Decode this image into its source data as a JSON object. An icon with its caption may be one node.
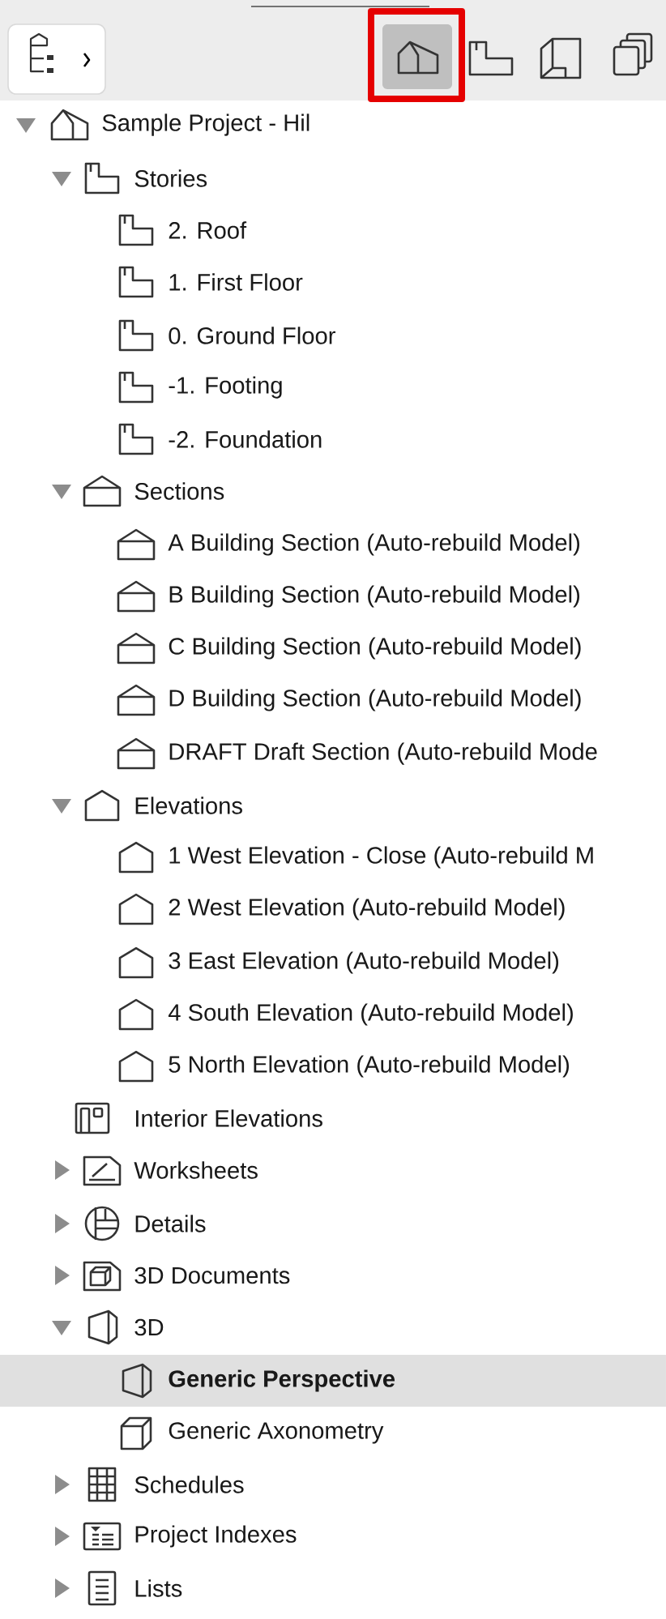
{
  "diagram": {
    "labels": [
      "Sample Project - Hil",
      "Stories",
      "2. Roof",
      "1. First Floor",
      "0. Ground Floor",
      "-1. Footing",
      "-2. Foundation",
      "Sections",
      "A Building Section (Auto-rebuild Model)",
      "B Building Section (Auto-rebuild Model)",
      "C Building Section (Auto-rebuild Model)",
      "D Building Section (Auto-rebuild Model)",
      "DRAFT Draft Section (Auto-rebuild Mode",
      "Elevations",
      "1 West Elevation - Close (Auto-rebuild M",
      "2 West Elevation (Auto-rebuild Model)",
      "3 East Elevation (Auto-rebuild Model)",
      "4 South Elevation (Auto-rebuild Model)",
      "5 North Elevation (Auto-rebuild Model)",
      "Interior Elevations",
      "Worksheets",
      "Details",
      "3D Documents",
      "3D",
      "Generic Perspective",
      "Generic Axonometry",
      "Schedules",
      "Project Indexes",
      "Lists"
    ]
  }
}
